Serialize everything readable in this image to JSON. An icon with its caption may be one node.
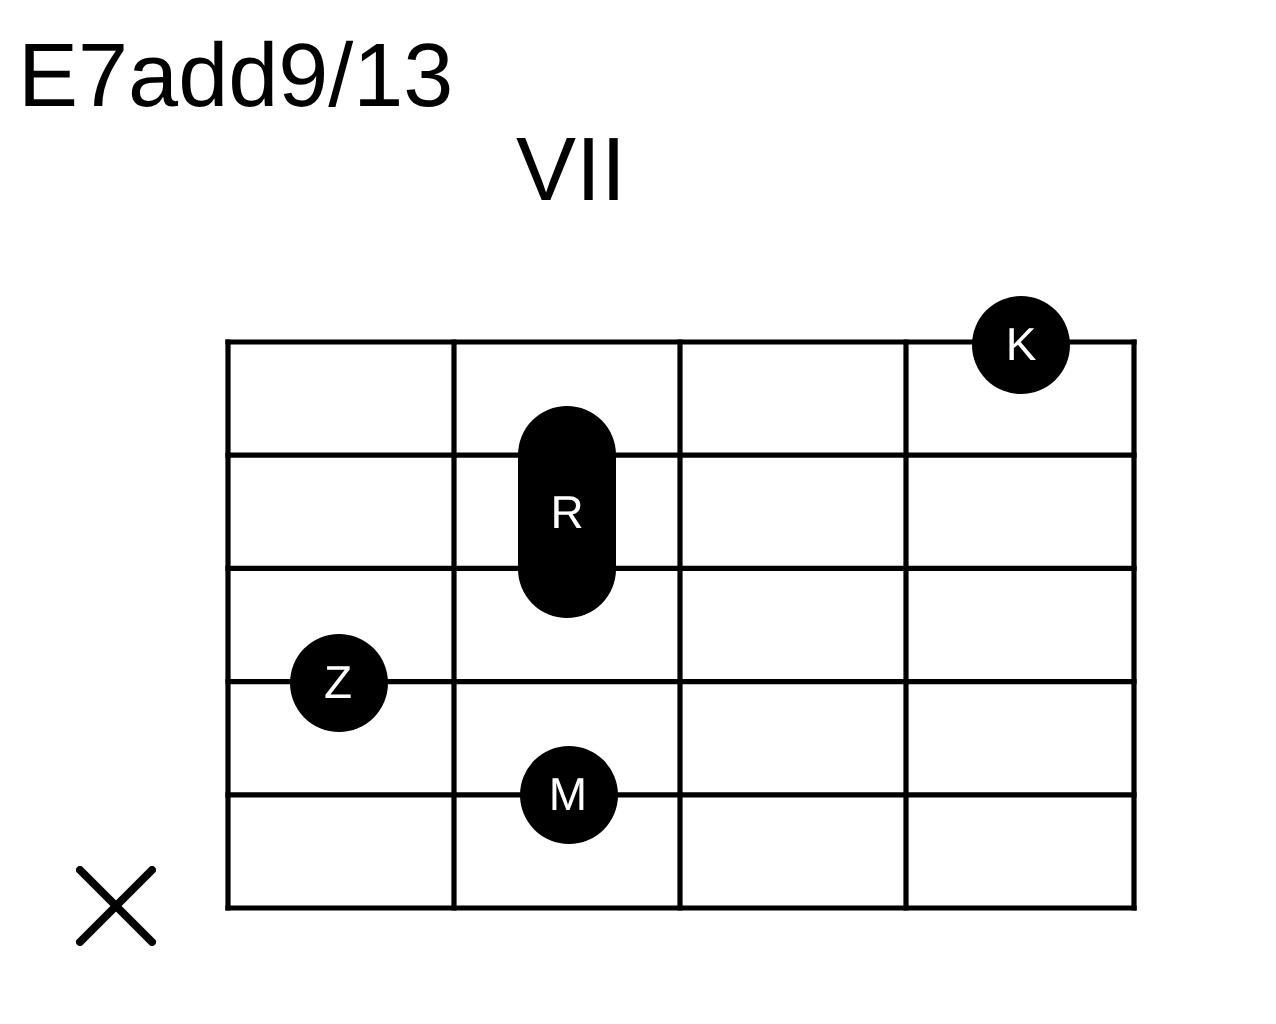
{
  "diagram": {
    "title": "E7add9/13",
    "nodes": [
      {
        "text": [
          "K"
        ]
      },
      {
        "text": [
          "R"
        ]
      },
      {
        "text": [
          "Z"
        ]
      },
      {
        "text": [
          "M"
        ]
      }
    ],
    "labels": [
      "VII"
    ]
  }
}
